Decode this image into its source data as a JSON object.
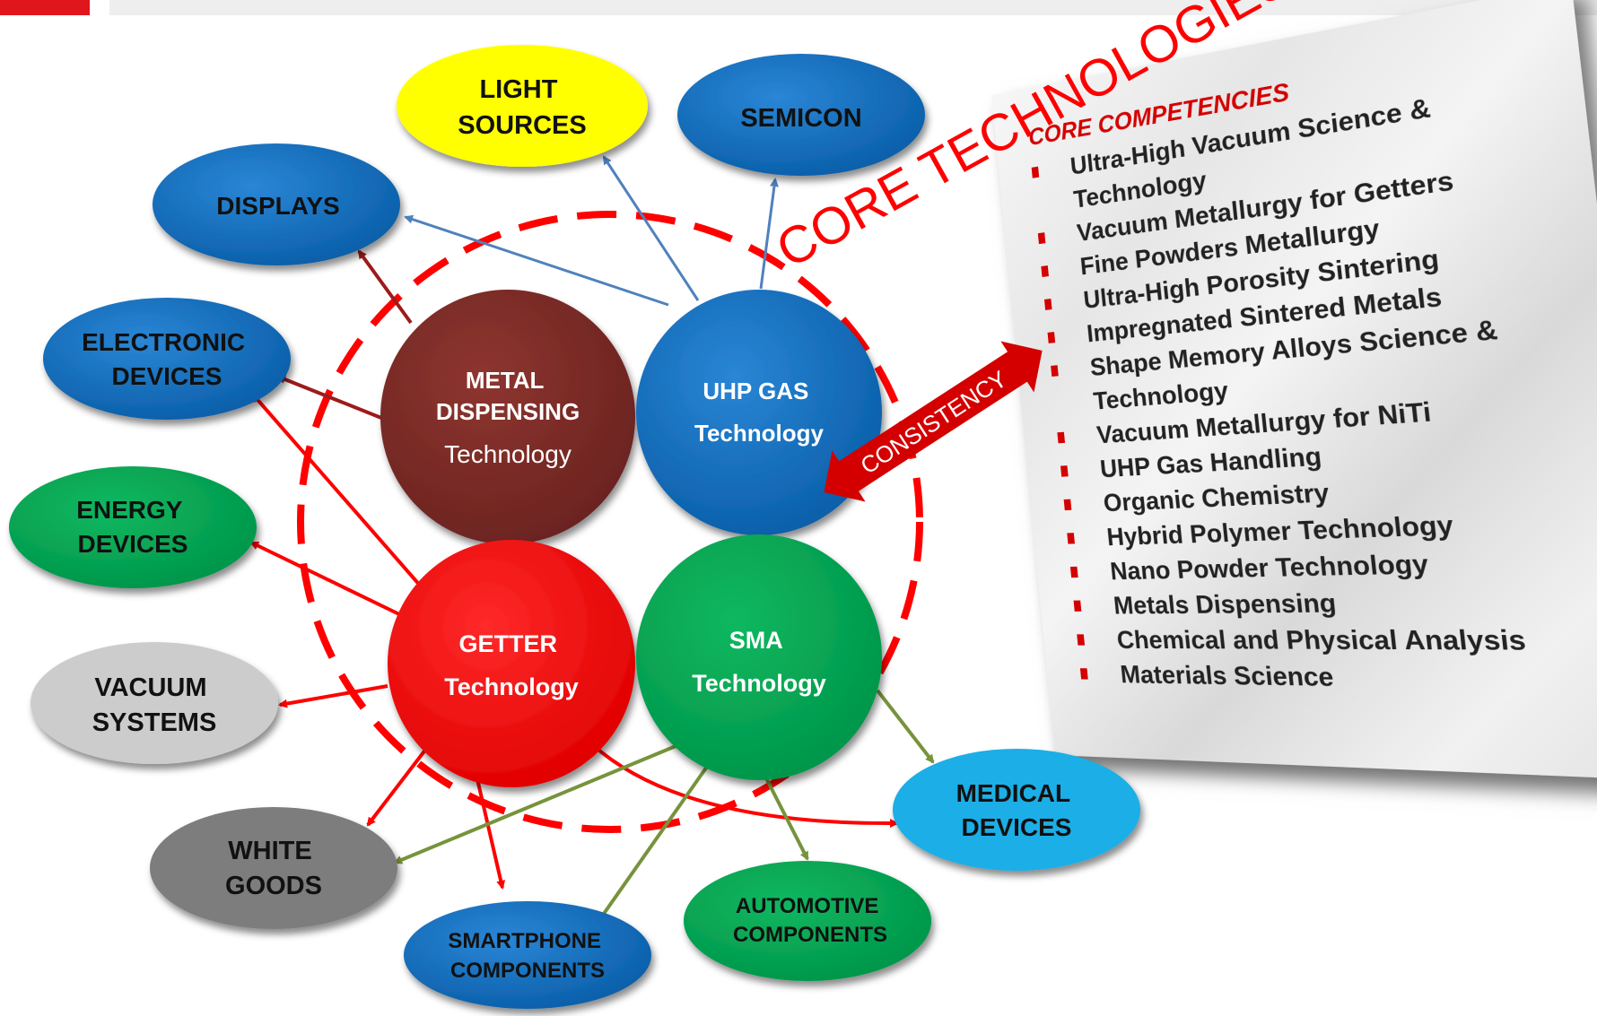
{
  "diagram": {
    "core_technologies_label": "CORE TECHNOLOGIES",
    "consistency_label": "CONSISTENCY",
    "technologies": {
      "metal_dispensing": {
        "line1": "METAL",
        "line2": "DISPENSING",
        "line3": "Technology"
      },
      "uhp_gas": {
        "line1": "UHP GAS",
        "line2": "Technology"
      },
      "getter": {
        "line1": "GETTER",
        "line2": "Technology"
      },
      "sma": {
        "line1": "SMA",
        "line2": "Technology"
      }
    },
    "markets": {
      "light_sources": {
        "line1": "LIGHT",
        "line2": "SOURCES"
      },
      "semicon": {
        "line1": "SEMICON"
      },
      "displays": {
        "line1": "DISPLAYS"
      },
      "electronic_devices": {
        "line1": "ELECTRONIC",
        "line2": "DEVICES"
      },
      "energy_devices": {
        "line1": "ENERGY",
        "line2": "DEVICES"
      },
      "vacuum_systems": {
        "line1": "VACUUM",
        "line2": "SYSTEMS"
      },
      "white_goods": {
        "line1": "WHITE",
        "line2": "GOODS"
      },
      "smartphone_components": {
        "line1": "SMARTPHONE",
        "line2": "COMPONENTS"
      },
      "automotive_components": {
        "line1": "AUTOMOTIVE",
        "line2": "COMPONENTS"
      },
      "medical_devices": {
        "line1": "MEDICAL",
        "line2": "DEVICES"
      }
    },
    "colors": {
      "blue": "#0b6ec0",
      "yellow": "#ffff00",
      "green": "#00a651",
      "light_gray": "#c8c8c8",
      "dark_gray": "#7a7a7a",
      "light_blue": "#1ab0e8",
      "maroon": "#7b2a26",
      "red": "#ff0000",
      "accent_red": "#e1161c"
    }
  },
  "panel": {
    "title": "CORE COMPETENCIES",
    "items": [
      "Ultra-High Vacuum Science & Technology",
      "Vacuum Metallurgy for Getters",
      "Fine Powders Metallurgy",
      "Ultra-High Porosity Sintering",
      "Impregnated Sintered Metals",
      "Shape Memory Alloys Science & Technology",
      "Vacuum Metallurgy for NiTi",
      "UHP Gas Handling",
      "Organic Chemistry",
      "Hybrid Polymer Technology",
      "Nano Powder Technology",
      "Metals Dispensing",
      "Chemical and Physical Analysis",
      "Materials Science"
    ]
  }
}
